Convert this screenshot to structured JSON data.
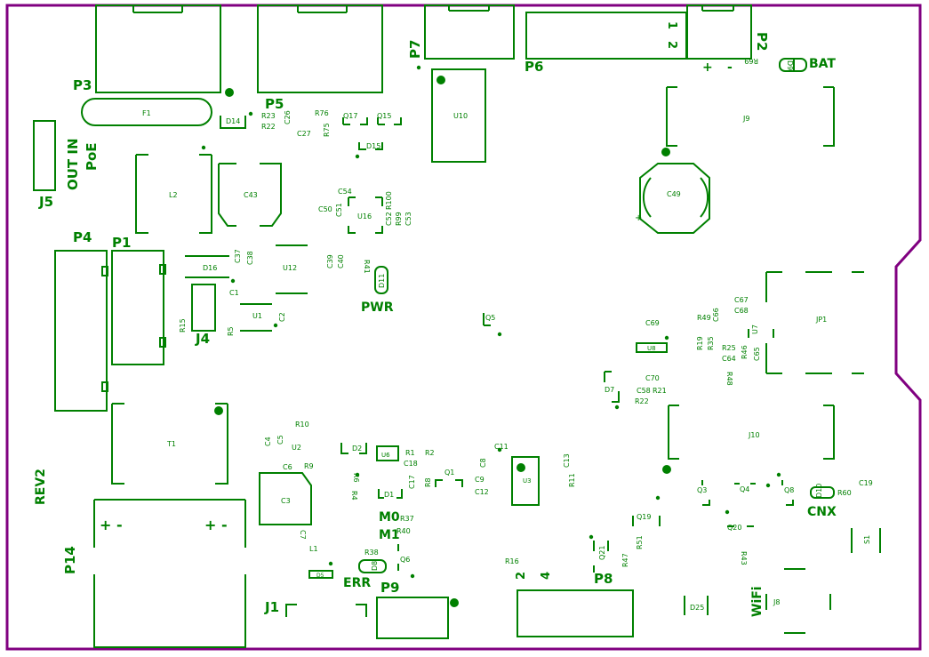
{
  "colors": {
    "silk": "#008000",
    "outline": "#800080",
    "background": "#ffffff",
    "pad": "#008000"
  },
  "labels": {
    "p3": "P3",
    "p5": "P5",
    "p7": "P7",
    "p6": "P6",
    "p2": "P2",
    "bat": "BAT",
    "f1": "F1",
    "d14": "D14",
    "r23": "R23",
    "r22": "R22",
    "c26": "C26",
    "c27": "C27",
    "r76": "R76",
    "r75": "R75",
    "q17": "Q17",
    "q15": "Q15",
    "d15": "D15",
    "u10": "U10",
    "j9": "J9",
    "r69": "R69",
    "d9": "D9",
    "plus_p2": "+",
    "minus_p2": "-",
    "one_p6": "1",
    "two_p6": "2",
    "out_in": "OUT IN",
    "poe": "PoE",
    "j5": "J5",
    "l2": "L2",
    "c43": "C43",
    "c54": "C54",
    "c50": "C50",
    "c51": "C51",
    "r100": "R100",
    "c52": "C52",
    "r99": "R99",
    "c53": "C53",
    "u16": "U16",
    "c49": "C49",
    "c49_plus": "+",
    "p4": "P4",
    "p1": "P1",
    "d16": "D16",
    "c37": "C37",
    "c38": "C38",
    "u12": "U12",
    "c39": "C39",
    "c40": "C40",
    "r41": "R41",
    "d11": "D11",
    "pwr": "PWR",
    "c1": "C1",
    "j4": "J4",
    "r15": "R15",
    "r5": "R5",
    "u1": "U1",
    "c2": "C2",
    "q5": "Q5",
    "c69": "C69",
    "u8": "U8",
    "r49": "R49",
    "c66": "C66",
    "c67": "C67",
    "c68": "C68",
    "u7": "U7",
    "jp1": "JP1",
    "r19": "R19",
    "r35": "R35",
    "r25": "R25",
    "c64": "C64",
    "r46": "R46",
    "c65": "C65",
    "r48": "R48",
    "d7": "D7",
    "c70": "C70",
    "c58": "C58",
    "r21": "R21",
    "r22b": "R22",
    "j10": "J10",
    "t1": "T1",
    "rev2": "REV2",
    "r10": "R10",
    "c4": "C4",
    "c5": "C5",
    "u2": "U2",
    "c6": "C6",
    "r9": "R9",
    "d2": "D2",
    "u6": "U6",
    "r1": "R1",
    "r2": "R2",
    "c18": "C18",
    "c11": "C11",
    "c8": "C8",
    "u3": "U3",
    "c13": "C13",
    "r6": "R6",
    "q1": "Q1",
    "r8": "R8",
    "c17": "C17",
    "c9": "C9",
    "c12": "C12",
    "r11": "R11",
    "c3": "C3",
    "r4": "R4",
    "d1": "D1",
    "m0": "M0",
    "m1": "M1",
    "r37": "R37",
    "r40": "R40",
    "q3": "Q3",
    "q4": "Q4",
    "q8": "Q8",
    "d10": "D10",
    "r60": "R60",
    "c19": "C19",
    "cnx": "CNX",
    "q19": "Q19",
    "q20": "Q20",
    "p14": "P14",
    "p14_pm1": "+ -",
    "p14_pm2": "+ -",
    "c7": "C7",
    "l1": "L1",
    "r38": "R38",
    "d8": "D8",
    "q6": "Q6",
    "d5": "D5",
    "err": "ERR",
    "r16": "R16",
    "q21": "Q21",
    "r47": "R47",
    "r51": "R51",
    "r43": "R43",
    "s1": "S1",
    "j1": "J1",
    "p9": "P9",
    "p8": "P8",
    "two_p8": "2",
    "four_p8": "4",
    "d25": "D25",
    "wifi": "WiFi",
    "j8": "J8"
  }
}
